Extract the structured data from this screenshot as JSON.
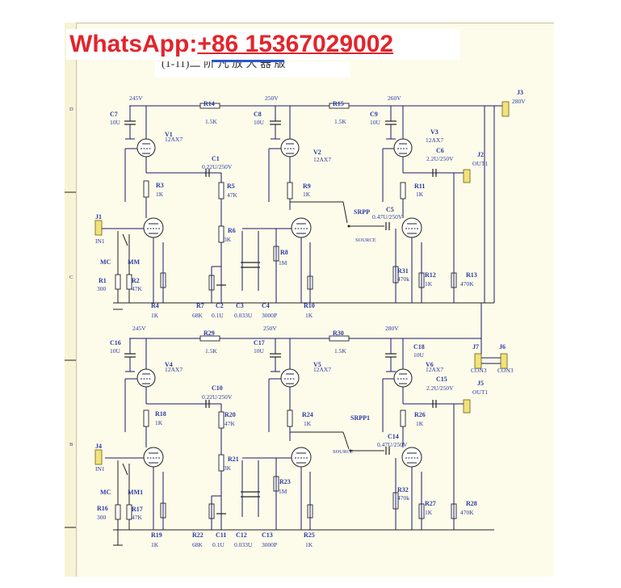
{
  "watermark": {
    "prefix": "WhatsApp:",
    "number": "+86 15367029002"
  },
  "title_fragment": "(1-11)二 阶 凡 放 大 器 版",
  "border_marks": [
    "D",
    "C",
    "B"
  ],
  "top_channel": {
    "voltages": [
      "245V",
      "250V",
      "260V",
      "280V"
    ],
    "caps": [
      {
        "ref": "C7",
        "val": "10U"
      },
      {
        "ref": "C8",
        "val": "10U"
      },
      {
        "ref": "C9",
        "val": "10U"
      },
      {
        "ref": "C1",
        "val": "0.22U/250V"
      },
      {
        "ref": "C6",
        "val": "2.2U/250V"
      },
      {
        "ref": "C5",
        "val": "0.47U/250V"
      },
      {
        "ref": "C2",
        "val": "0.1U"
      },
      {
        "ref": "C3",
        "val": "0.033U"
      },
      {
        "ref": "C4",
        "val": "3000P"
      }
    ],
    "resistors": [
      {
        "ref": "R14",
        "val": "1.5K"
      },
      {
        "ref": "R15",
        "val": "1.5K"
      },
      {
        "ref": "R3",
        "val": "1K"
      },
      {
        "ref": "R5",
        "val": "47K"
      },
      {
        "ref": "R9",
        "val": "1K"
      },
      {
        "ref": "R11",
        "val": "1K"
      },
      {
        "ref": "R6",
        "val": "3K"
      },
      {
        "ref": "R8",
        "val": "1M"
      },
      {
        "ref": "R31",
        "val": "470k"
      },
      {
        "ref": "R12",
        "val": "1K"
      },
      {
        "ref": "R13",
        "val": "470K"
      },
      {
        "ref": "R1",
        "val": "300"
      },
      {
        "ref": "R2",
        "val": "47K"
      },
      {
        "ref": "R4",
        "val": "1K"
      },
      {
        "ref": "R7",
        "val": "68K"
      },
      {
        "ref": "R10",
        "val": "1K"
      }
    ],
    "tubes": [
      {
        "ref": "V1",
        "val": "12AX7"
      },
      {
        "ref": "V2",
        "val": "12AX7"
      },
      {
        "ref": "V3",
        "val": "12AX7"
      }
    ],
    "connectors": [
      {
        "ref": "J1",
        "label": "IN1"
      },
      {
        "ref": "J2",
        "label": "OUT1"
      },
      {
        "ref": "J3",
        "label": "280V"
      }
    ],
    "switch_labels": {
      "sw": "SRPP",
      "alt": "SOURCE",
      "mc": "MC",
      "mm": "MM"
    }
  },
  "bottom_channel": {
    "voltages": [
      "245V",
      "250V",
      "280V"
    ],
    "caps": [
      {
        "ref": "C16",
        "val": "10U"
      },
      {
        "ref": "C17",
        "val": "10U"
      },
      {
        "ref": "C18",
        "val": "10U"
      },
      {
        "ref": "C10",
        "val": "0.22U/250V"
      },
      {
        "ref": "C15",
        "val": "2.2U/250V"
      },
      {
        "ref": "C14",
        "val": "0.47U/250V"
      },
      {
        "ref": "C11",
        "val": "0.1U"
      },
      {
        "ref": "C12",
        "val": "0.033U"
      },
      {
        "ref": "C13",
        "val": "3000P"
      }
    ],
    "resistors": [
      {
        "ref": "R29",
        "val": "1.5K"
      },
      {
        "ref": "R30",
        "val": "1.5K"
      },
      {
        "ref": "R18",
        "val": "1K"
      },
      {
        "ref": "R20",
        "val": "47K"
      },
      {
        "ref": "R24",
        "val": "1K"
      },
      {
        "ref": "R26",
        "val": "1K"
      },
      {
        "ref": "R21",
        "val": "3K"
      },
      {
        "ref": "R23",
        "val": "1M"
      },
      {
        "ref": "R32",
        "val": "470k"
      },
      {
        "ref": "R27",
        "val": "1K"
      },
      {
        "ref": "R28",
        "val": "470K"
      },
      {
        "ref": "R16",
        "val": "300"
      },
      {
        "ref": "R17",
        "val": "47K"
      },
      {
        "ref": "R19",
        "val": "1K"
      },
      {
        "ref": "R22",
        "val": "68K"
      },
      {
        "ref": "R25",
        "val": "1K"
      }
    ],
    "tubes": [
      {
        "ref": "V4",
        "val": "12AX7"
      },
      {
        "ref": "V5",
        "val": "12AX7"
      },
      {
        "ref": "V6",
        "val": "12AX7"
      }
    ],
    "connectors": [
      {
        "ref": "J4",
        "label": "IN1"
      },
      {
        "ref": "J5",
        "label": "OUT1"
      },
      {
        "ref": "J7",
        "label": "CON3"
      },
      {
        "ref": "J6",
        "label": "CON3"
      }
    ],
    "switch_labels": {
      "sw": "SRPP1",
      "alt": "SOURCE",
      "mc": "MC",
      "mm": "MM1"
    }
  }
}
